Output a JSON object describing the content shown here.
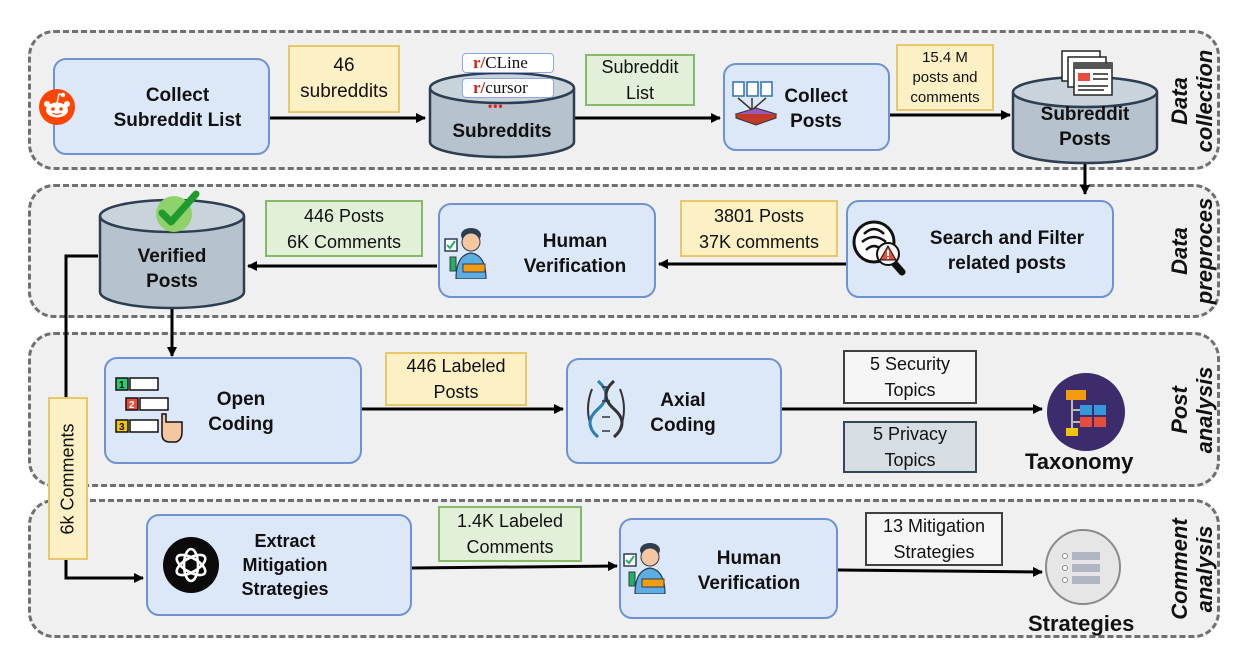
{
  "sections": {
    "data_collection": "Data collection",
    "data_preprocessing": "Data preproces",
    "post_analysis": "Post analysis",
    "comment_analysis": "Comment analysis"
  },
  "row1": {
    "collect_list_l1": "Collect",
    "collect_list_l2": "Subreddit List",
    "note_subreddits_l1": "46",
    "note_subreddits_l2": "subreddits",
    "tag1_prefix": "r/",
    "tag1_name": "CLine",
    "tag2_prefix": "r/",
    "tag2_name": "cursor",
    "tag_more": "•••",
    "db_subreddits": "Subreddits",
    "note_list_l1": "Subreddit",
    "note_list_l2": "List",
    "collect_posts_l1": "Collect",
    "collect_posts_l2": "Posts",
    "note_posts_l1": "15.4 M",
    "note_posts_l2": "posts and",
    "note_posts_l3": "comments",
    "db_posts_l1": "Subreddit",
    "db_posts_l2": "Posts"
  },
  "row2": {
    "db_verified_l1": "Verified",
    "db_verified_l2": "Posts",
    "note_verified_l1": "446 Posts",
    "note_verified_l2": "6K Comments",
    "human_l1": "Human",
    "human_l2": "Verification",
    "note_filter_l1": "3801 Posts",
    "note_filter_l2": "37K comments",
    "search_l1": "Search and Filter",
    "search_l2": "related posts"
  },
  "row3": {
    "open_l1": "Open",
    "open_l2": "Coding",
    "note_labeled_l1": "446 Labeled",
    "note_labeled_l2": "Posts",
    "axial_l1": "Axial",
    "axial_l2": "Coding",
    "security_l1": "5 Security",
    "security_l2": "Topics",
    "privacy_l1": "5 Privacy",
    "privacy_l2": "Topics",
    "taxonomy": "Taxonomy",
    "side_comments": "6k Comments"
  },
  "row4": {
    "extract_l1": "Extract",
    "extract_l2": "Mitigation",
    "extract_l3": "Strategies",
    "note_comments_l1": "1.4K Labeled",
    "note_comments_l2": "Comments",
    "human_l1": "Human",
    "human_l2": "Verification",
    "note_mitigation_l1": "13 Mitigation",
    "note_mitigation_l2": "Strategies",
    "strategies": "Strategies"
  },
  "colors": {
    "process_fill": "#dce8f8",
    "process_border": "#6e93d0",
    "yellow_note": "#fdf0c4",
    "green_note": "#e3f0d9",
    "db_fill": "#b6c2cd",
    "db_border": "#2c3e50"
  }
}
